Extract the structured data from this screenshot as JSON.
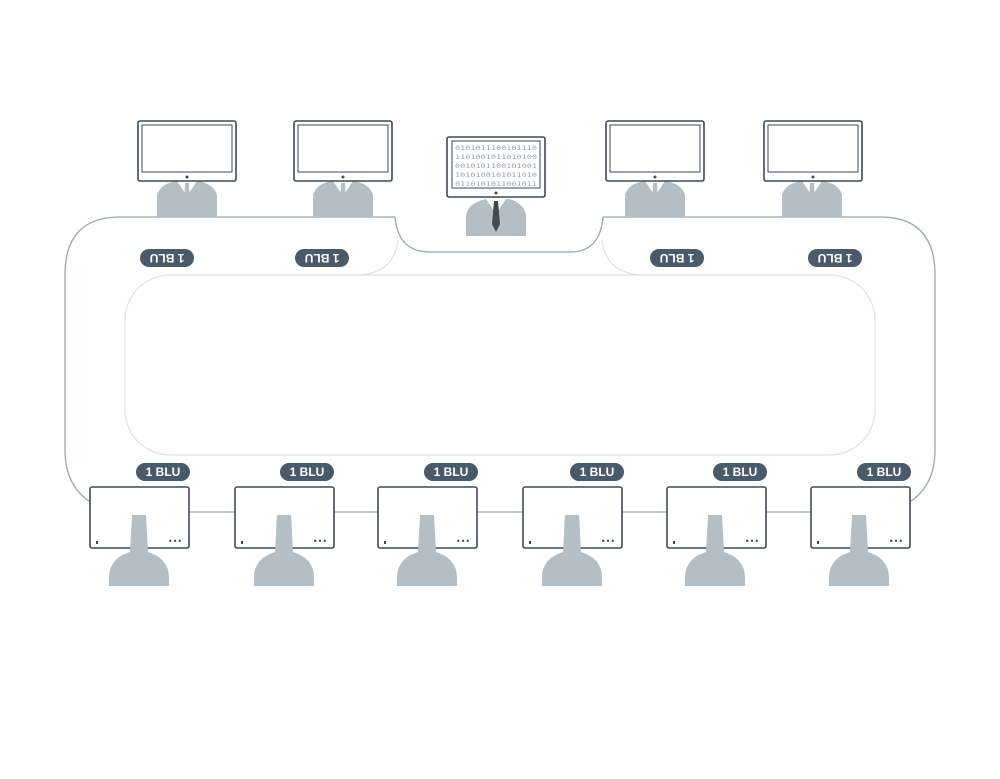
{
  "dealer": {
    "binary_lines": [
      "0101011100101110",
      "1101001011010100",
      "0010101100101001",
      "1010100101011010",
      "0110101011001011"
    ]
  },
  "players_top": [
    {
      "bet": "1 BLU"
    },
    {
      "bet": "1 BLU"
    },
    {
      "bet": "1 BLU"
    },
    {
      "bet": "1 BLU"
    }
  ],
  "players_bottom": [
    {
      "bet": "1 BLU"
    },
    {
      "bet": "1 BLU"
    },
    {
      "bet": "1 BLU"
    },
    {
      "bet": "1 BLU"
    },
    {
      "bet": "1 BLU"
    },
    {
      "bet": "1 BLU"
    }
  ],
  "colors": {
    "outline": "#9aa7b0",
    "figure": "#b6bec5",
    "chip": "#4a5a68",
    "monitor": "#3f4a54"
  }
}
